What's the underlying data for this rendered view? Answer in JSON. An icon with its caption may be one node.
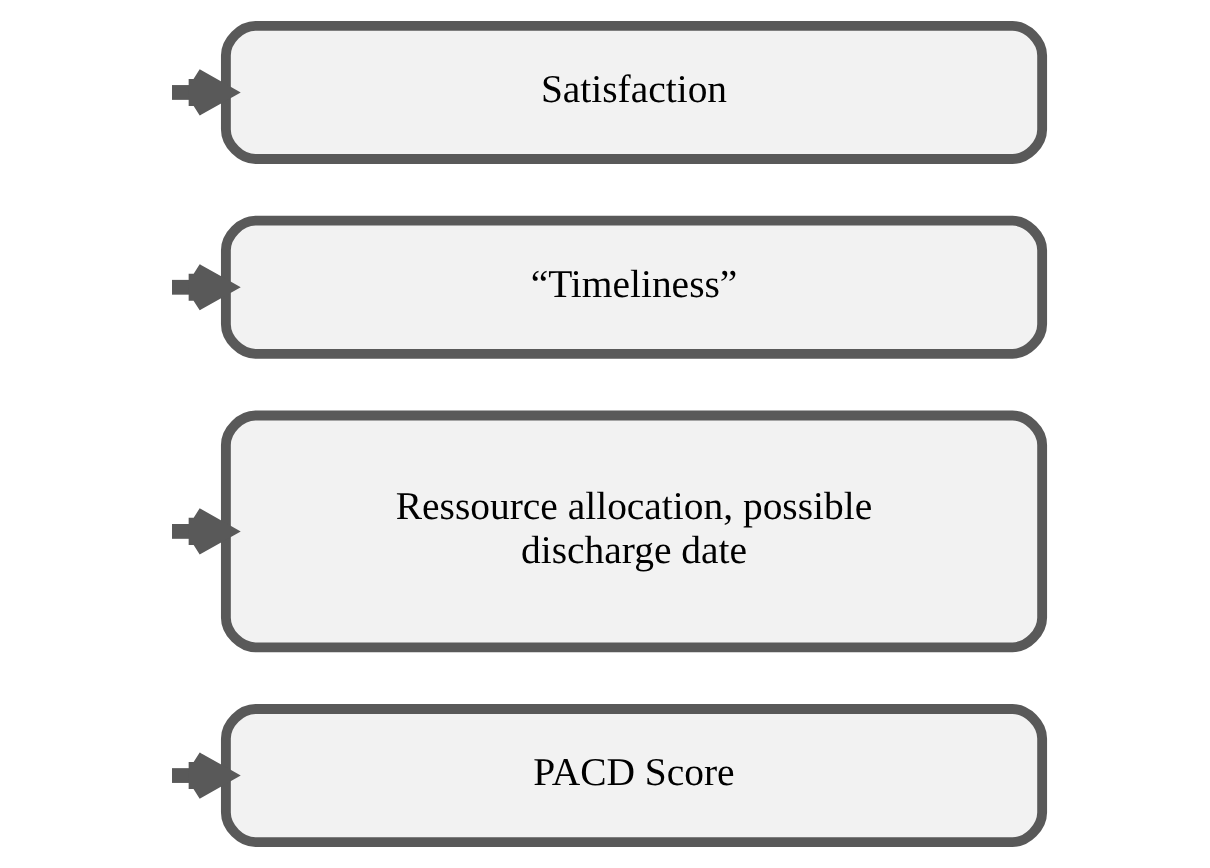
{
  "diagram": {
    "nodes": [
      {
        "text": [
          "PACD Score"
        ]
      },
      {
        "text": [
          "Ressource allocation, possible discharge date"
        ]
      },
      {
        "text": [
          "“Timeliness”"
        ]
      },
      {
        "text": [
          "Satisfaction"
        ]
      }
    ],
    "edges": [
      {
        "from": null,
        "to": 0,
        "arrow": "to"
      },
      {
        "from": null,
        "to": 1,
        "arrow": "to"
      },
      {
        "from": null,
        "to": 2,
        "arrow": "to"
      },
      {
        "from": null,
        "to": 3,
        "arrow": "to"
      }
    ]
  }
}
